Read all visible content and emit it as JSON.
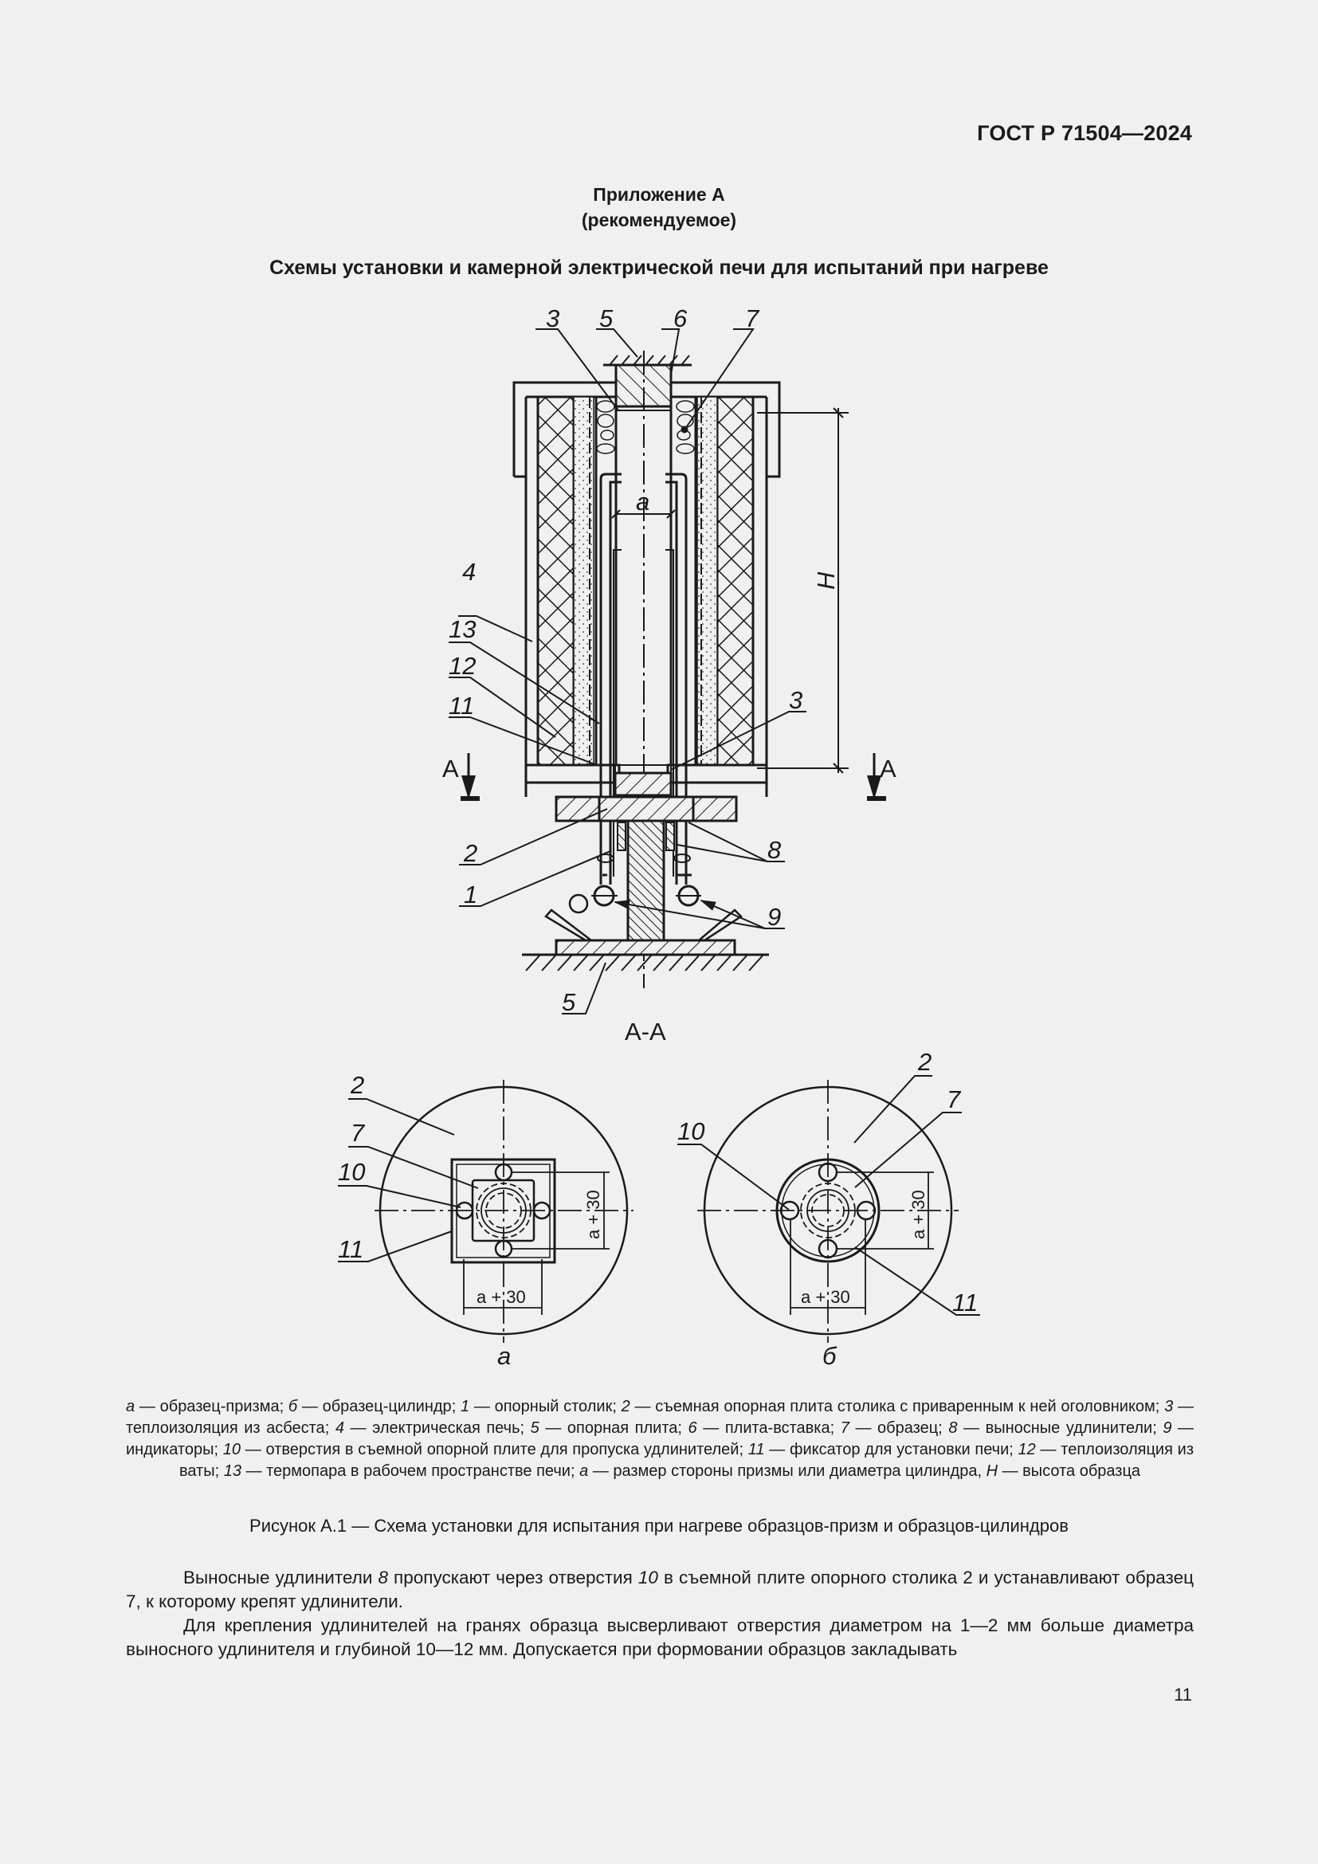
{
  "header": {
    "doc_code": "ГОСТ Р 71504—2024"
  },
  "appendix": {
    "title": "Приложение А",
    "subtitle": "(рекомендуемое)"
  },
  "section": {
    "title": "Схемы установки и камерной электрической печи для испытаний при нагреве"
  },
  "figure": {
    "main_view": {
      "callouts": [
        "3",
        "5",
        "6",
        "7",
        "4",
        "13",
        "12",
        "11",
        "3",
        "2",
        "1",
        "8",
        "9",
        "5"
      ],
      "dimension_a": "a",
      "dimension_h": "H",
      "section_marker_left": "A",
      "section_marker_right": "A"
    },
    "section_title": "А-А",
    "view_a": {
      "label": "а",
      "callouts": [
        "2",
        "7",
        "10",
        "11"
      ],
      "dim_horizontal": "a + 30",
      "dim_vertical": "a + 30"
    },
    "view_b": {
      "label": "б",
      "callouts": [
        "2",
        "7",
        "10",
        "11"
      ],
      "dim_horizontal": "a + 30",
      "dim_vertical": "a + 30"
    }
  },
  "legend": {
    "items": [
      {
        "key": "а",
        "text": "образец-призма"
      },
      {
        "key": "б",
        "text": "образец-цилиндр"
      },
      {
        "key": "1",
        "text": "опорный столик"
      },
      {
        "key": "2",
        "text": "съемная опорная плита столика с приваренным к ней оголовником"
      },
      {
        "key": "3",
        "text": "теплоизоляция из асбеста"
      },
      {
        "key": "4",
        "text": "электрическая печь"
      },
      {
        "key": "5",
        "text": "опорная плита"
      },
      {
        "key": "6",
        "text": "плита-вставка"
      },
      {
        "key": "7",
        "text": "образец"
      },
      {
        "key": "8",
        "text": "выносные удлинители"
      },
      {
        "key": "9",
        "text": "индикаторы"
      },
      {
        "key": "10",
        "text": "отверстия в съемной опорной плите для пропуска удлинителей"
      },
      {
        "key": "11",
        "text": "фиксатор для установки печи"
      },
      {
        "key": "12",
        "text": "теплоизоляция из ваты"
      },
      {
        "key": "13",
        "text": "термопара в рабочем пространстве печи"
      },
      {
        "key": "a",
        "text": "размер стороны призмы или диаметра цилиндра"
      },
      {
        "key": "H",
        "text": "высота образца"
      }
    ]
  },
  "caption": "Рисунок А.1 — Схема установки для испытания при нагреве образцов-призм и образцов-цилиндров",
  "body": {
    "p1": {
      "t1": "Выносные удлинители ",
      "ref1": "8",
      "t2": " пропускают через отверстия ",
      "ref2": "10",
      "t3": " в съемной плите опорного столика 2 и устанавливают образец 7, к которому крепят удлинители."
    },
    "p2": "Для крепления удлинителей на гранях образца высверливают отверстия диаметром на 1—2 мм больше диаметра выносного удлинителя и глубиной 10—12 мм. Допускается при формовании образцов закладывать"
  },
  "page_number": "11"
}
